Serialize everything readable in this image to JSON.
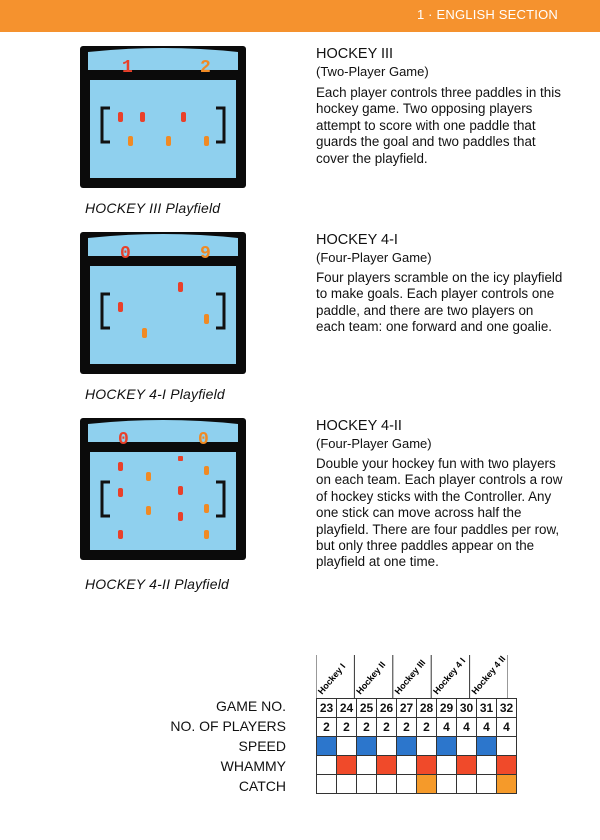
{
  "header": {
    "section": "1 · ENGLISH SECTION"
  },
  "colors": {
    "accent": "#f5922e",
    "ice": "#8fd0ee",
    "paddle_red": "#e9402a",
    "paddle_orange": "#f08a24",
    "speed": "#2c76cc",
    "whammy": "#f04a2a",
    "catch": "#f59a2a"
  },
  "games": [
    {
      "title": "HOCKEY III",
      "subtitle": "(Two-Player Game)",
      "description": "Each player controls three paddles in this hockey game. Two opposing players attempt to score with one paddle that guards the goal and two paddles that cover the playfield.",
      "caption": "HOCKEY III Playfield",
      "score_left": "1",
      "score_right": "2"
    },
    {
      "title": "HOCKEY 4-I",
      "subtitle": "(Four-Player Game)",
      "description": "Four players scramble on the icy playfield to make goals. Each player controls one paddle, and there are two players on each team: one forward and one goalie.",
      "caption": "HOCKEY 4-I Playfield",
      "score_left": "0",
      "score_right": "9"
    },
    {
      "title": "HOCKEY 4-II",
      "subtitle": "(Four-Player Game)",
      "description": "Double your hockey fun with two players on each team. Each player controls a row of hockey sticks with the Controller. Any one stick can move across half the playfield. There are four paddles per row, but only three paddles appear on the playfield at one time.",
      "caption": "HOCKEY 4-II Playfield",
      "score_left": "0",
      "score_right": "0"
    }
  ],
  "table": {
    "column_groups": [
      "Hockey I",
      "Hockey II",
      "Hockey III",
      "Hockey 4 I",
      "Hockey 4 II"
    ],
    "row_labels": {
      "game_no": "GAME NO.",
      "players": "NO. OF PLAYERS",
      "speed": "SPEED",
      "whammy": "WHAMMY",
      "catch": "CATCH"
    },
    "game_numbers": [
      "23",
      "24",
      "25",
      "26",
      "27",
      "28",
      "29",
      "30",
      "31",
      "32"
    ],
    "num_players": [
      "2",
      "2",
      "2",
      "2",
      "2",
      "2",
      "4",
      "4",
      "4",
      "4"
    ],
    "speed": [
      1,
      0,
      1,
      0,
      1,
      0,
      1,
      0,
      1,
      0
    ],
    "whammy": [
      0,
      1,
      0,
      1,
      0,
      1,
      0,
      1,
      0,
      1
    ],
    "catch": [
      0,
      0,
      0,
      0,
      0,
      1,
      0,
      0,
      0,
      1
    ]
  }
}
